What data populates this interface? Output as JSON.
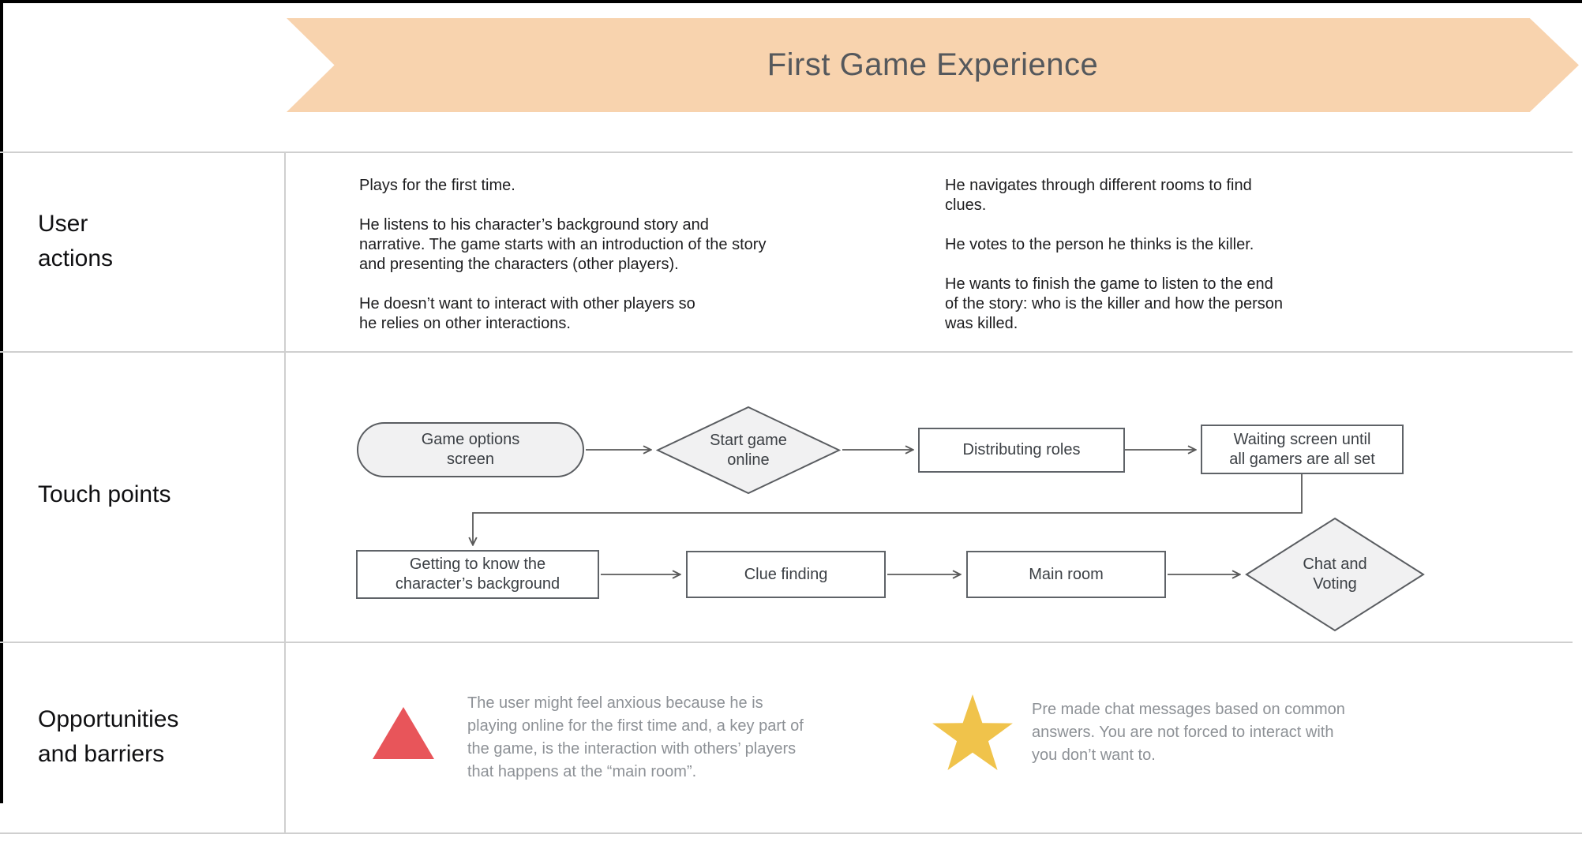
{
  "header": {
    "title": "First Game Experience"
  },
  "colors": {
    "banner": "#f8d3ae",
    "title_text": "#55585c",
    "grid_line": "#cfcfcf",
    "shape_border": "#5a5d61",
    "shape_fill": "#f1f1f2",
    "connector": "#595959",
    "body_text": "#1d1d1f",
    "muted_text": "#8d9196",
    "barrier_icon": "#e8555a",
    "opportunity_icon": "#f0c34b"
  },
  "rows": {
    "user_actions": {
      "label": "User\nactions",
      "left_text": "Plays for the first time.\n\nHe listens to his character’s background story and\nnarrative. The game starts with an introduction of the story\nand presenting the characters (other players).\n\nHe doesn’t want to interact with other players so\nhe relies on other interactions.",
      "right_text": "He navigates through different rooms to find\nclues.\n\nHe votes to the person he thinks is the killer.\n\nHe wants to finish the game to listen to the end\nof the story: who is the killer and how the person\nwas killed."
    },
    "touch_points": {
      "label": "Touch points",
      "nodes": [
        {
          "id": "game-options",
          "type": "pill",
          "label": "Game options\nscreen"
        },
        {
          "id": "start-game",
          "type": "diamond",
          "label": "Start game\nonline"
        },
        {
          "id": "distributing-roles",
          "type": "rect",
          "label": "Distributing roles"
        },
        {
          "id": "waiting-screen",
          "type": "rect",
          "label": "Waiting screen until\nall gamers are all set"
        },
        {
          "id": "getting-to-know",
          "type": "rect",
          "label": "Getting to know the\ncharacter’s background"
        },
        {
          "id": "clue-finding",
          "type": "rect",
          "label": "Clue finding"
        },
        {
          "id": "main-room",
          "type": "rect",
          "label": "Main room"
        },
        {
          "id": "chat-voting",
          "type": "diamond",
          "label": "Chat and\nVoting"
        }
      ]
    },
    "opportunities": {
      "label": "Opportunities\nand barriers",
      "barrier_text": "The user might feel anxious because he is\nplaying online for the first time and, a key part of\nthe game, is the interaction with others’ players\nthat happens at the “main room”.",
      "opportunity_text": "Pre made chat messages based on common\nanswers. You are not forced to interact with\nyou don’t want to."
    }
  }
}
